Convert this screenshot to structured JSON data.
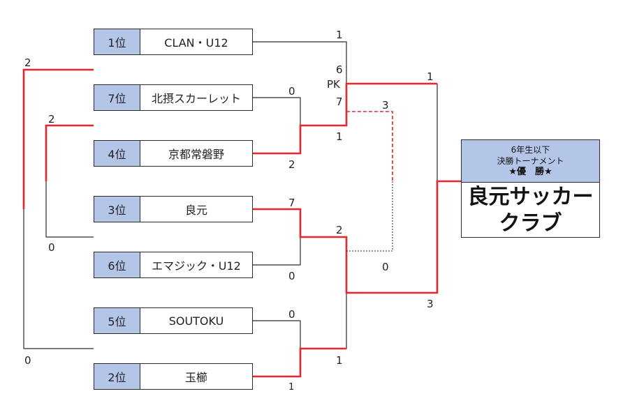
{
  "teams": [
    {
      "rank": "1位",
      "name": "CLAN・U12"
    },
    {
      "rank": "7位",
      "name": "北摂スカーレット"
    },
    {
      "rank": "4位",
      "name": "京都常磐野"
    },
    {
      "rank": "3位",
      "name": "良元"
    },
    {
      "rank": "6位",
      "name": "エマジック・U12"
    },
    {
      "rank": "5位",
      "name": "SOUTOKU"
    },
    {
      "rank": "2位",
      "name": "玉櫛"
    }
  ],
  "scores": {
    "left_top": "2",
    "left_bottom": "0",
    "left_inner_top": "2",
    "left_inner_bottom": "0",
    "clan": "1",
    "pk_top": "6",
    "pk_label": "PK",
    "pk_bottom": "7",
    "sf1_winner": "1",
    "hokusetsu": "0",
    "kyoto": "2",
    "third_place_top": "3",
    "third_place_bottom": "0",
    "final_top": "1",
    "ryogen": "7",
    "sf2_winner": "2",
    "emagic": "0",
    "final_bottom": "3",
    "soutoku": "0",
    "tamakushi_group": "1",
    "tamakushi": "1"
  },
  "winner": {
    "line1": "6年生以下",
    "line2": "決勝トーナメント",
    "line3": "★優　勝★",
    "name_line1": "良元サッカー",
    "name_line2": "クラブ"
  },
  "colors": {
    "win_line": "#e8262b",
    "line": "#2b2b2b",
    "rank_fill": "#b4c6e7"
  }
}
